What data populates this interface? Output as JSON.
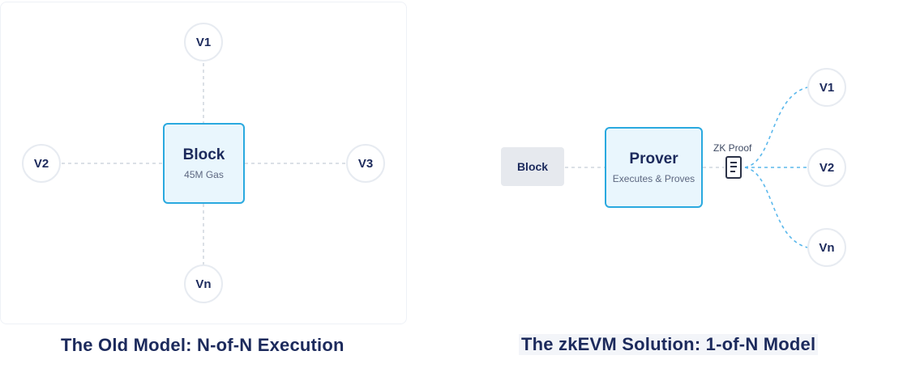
{
  "old_model": {
    "validators": {
      "top": "V1",
      "left": "V2",
      "right": "V3",
      "bottom": "Vn"
    },
    "block": {
      "title": "Block",
      "subtitle": "45M Gas"
    },
    "caption": "The Old Model: N-of-N Execution"
  },
  "zkevm": {
    "block_label": "Block",
    "prover": {
      "title": "Prover",
      "subtitle": "Executes & Proves"
    },
    "proof_label": "ZK Proof",
    "validators": [
      "V1",
      "V2",
      "Vn"
    ],
    "caption": "The zkEVM Solution: 1-of-N Model"
  },
  "colors": {
    "accent": "#2aa9df",
    "text": "#1c2a5c",
    "line": "#cfd5de"
  },
  "icons": {
    "proof": "document-icon"
  }
}
